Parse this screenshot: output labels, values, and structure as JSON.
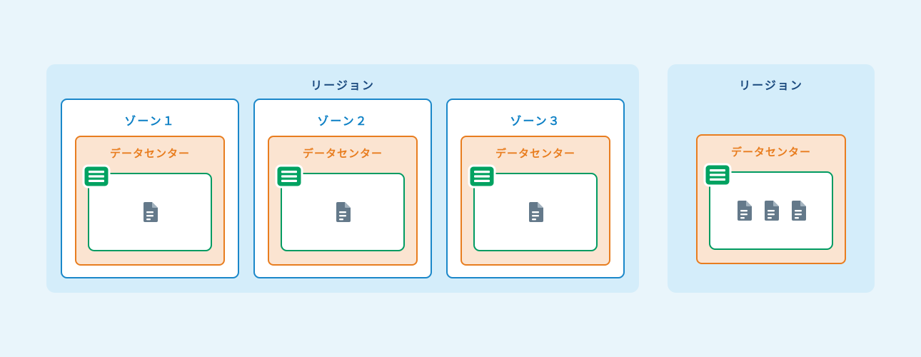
{
  "colors": {
    "page_bg": "#e9f5fb",
    "region_bg": "#d4edfa",
    "region_title": "#1b4a7e",
    "zone_border": "#1a87c9",
    "zone_title": "#0d80c5",
    "datacenter_bg": "#fbe4d1",
    "datacenter_accent": "#e87d1f",
    "server_border": "#009b62",
    "rack_icon_green": "#00a261",
    "doc_icon_gray": "#64798a"
  },
  "icons": {
    "server_rack_icon": "green rounded square with three white bars",
    "document_icon": "gray file sheet with folded corner and white lines"
  },
  "regions": [
    {
      "title": "リージョン",
      "zones": [
        {
          "title": "ゾーン１",
          "datacenter": {
            "title": "データセンター",
            "doc_count": 1
          }
        },
        {
          "title": "ゾーン２",
          "datacenter": {
            "title": "データセンター",
            "doc_count": 1
          }
        },
        {
          "title": "ゾーン３",
          "datacenter": {
            "title": "データセンター",
            "doc_count": 1
          }
        }
      ]
    },
    {
      "title": "リージョン",
      "zones": [],
      "datacenter": {
        "title": "データセンター",
        "doc_count": 3
      }
    }
  ]
}
